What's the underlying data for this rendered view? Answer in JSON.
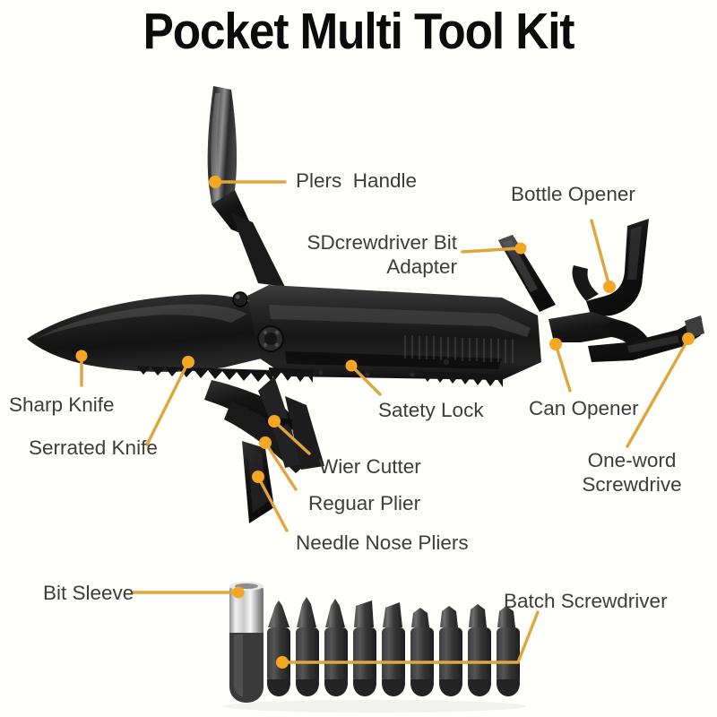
{
  "header": {
    "title": "Pocket Multi Tool Kit"
  },
  "colors": {
    "background": "#fffffc",
    "title_text": "#0b0b0b",
    "label_text": "#3c3c3c",
    "leader_line": "#e0a63c",
    "leader_dot": "#f5a623",
    "tool_body_dark": "#1b1b1b",
    "tool_body_mid": "#2e2e2e",
    "tool_highlight": "#6a6a6a",
    "sleeve_chrome": "#d8d8d8"
  },
  "product": {
    "main_tool_name": "multi-tool",
    "bit_set_name": "screwdriver-bit-set"
  },
  "callouts": [
    {
      "id": "pliers-handle",
      "label": "Plers  Handle",
      "lines": 1
    },
    {
      "id": "screwdriver-bit-adapter",
      "label": "SDcrewdriver Bit\nAdapter",
      "lines": 2
    },
    {
      "id": "bottle-opener",
      "label": "Bottle Opener",
      "lines": 1
    },
    {
      "id": "sharp-knife",
      "label": "Sharp Knife",
      "lines": 1
    },
    {
      "id": "serrated-knife",
      "label": "Serrated Knife",
      "lines": 1
    },
    {
      "id": "safety-lock",
      "label": "Satety Lock",
      "lines": 1
    },
    {
      "id": "wire-cutter",
      "label": "Wier Cutter",
      "lines": 1
    },
    {
      "id": "regular-plier",
      "label": "Reguar Plier",
      "lines": 1
    },
    {
      "id": "needle-nose-pliers",
      "label": "Needle Nose Pliers",
      "lines": 1
    },
    {
      "id": "can-opener",
      "label": "Can Opener",
      "lines": 1
    },
    {
      "id": "one-word-screwdriver",
      "label": "One-word\nScrewdrive",
      "lines": 2
    },
    {
      "id": "bit-sleeve",
      "label": "Bit Sleeve",
      "lines": 1
    },
    {
      "id": "batch-screwdriver",
      "label": "Batch Screwdriver",
      "lines": 1
    }
  ],
  "bit_set": {
    "sleeve_count": 1,
    "bit_count": 9,
    "bit_tips": [
      "phillips",
      "phillips",
      "phillips",
      "flathead",
      "flathead",
      "hex",
      "hex",
      "torx",
      "torx"
    ]
  }
}
